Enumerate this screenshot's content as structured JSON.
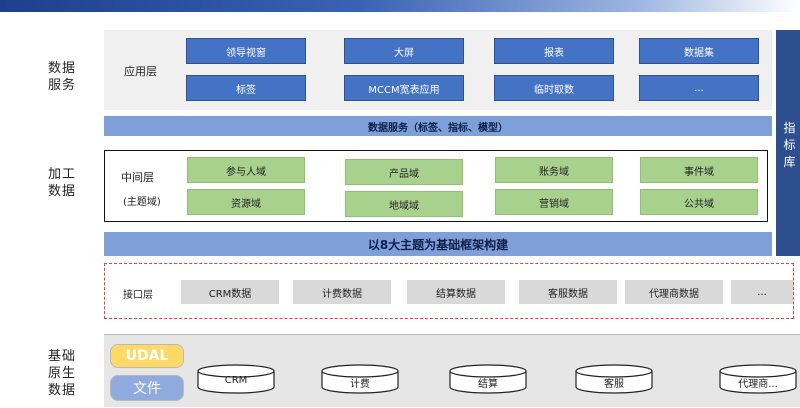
{
  "sections": {
    "service": [
      "数据",
      "服务"
    ],
    "processing": [
      "加工",
      "数据"
    ],
    "base": [
      "基础",
      "原生",
      "数据"
    ]
  },
  "app_layer": {
    "title": "应用层",
    "row1": [
      "领导视窗",
      "大屏",
      "报表",
      "数据集"
    ],
    "row2": [
      "标签",
      "MCCM宽表应用",
      "临时取数",
      "..."
    ]
  },
  "service_band": "数据服务（标签、指标、模型）",
  "mid_layer": {
    "title": "中间层",
    "subtitle": "(主题域)",
    "row1": [
      "参与人域",
      "产品域",
      "账务域",
      "事件域"
    ],
    "row2": [
      "资源域",
      "地域域",
      "营销域",
      "公共域"
    ]
  },
  "framework_band": "以8大主题为基础框架构建",
  "interface_layer": {
    "title": "接口层",
    "items": [
      "CRM数据",
      "计费数据",
      "结算数据",
      "客服数据",
      "代理商数据",
      "..."
    ]
  },
  "right_label": "指标库",
  "base_layer": {
    "tags": [
      "UDAL",
      "文件"
    ],
    "databases": [
      "CRM",
      "计费",
      "结算",
      "客服",
      "代理商..."
    ]
  },
  "colors": {
    "blue": "#4472c4",
    "green": "#a9d18e",
    "band": "#7e9fd8",
    "dashed": "#e0403a",
    "udal_fill": "#ffd966",
    "file_fill": "#8faadc"
  }
}
